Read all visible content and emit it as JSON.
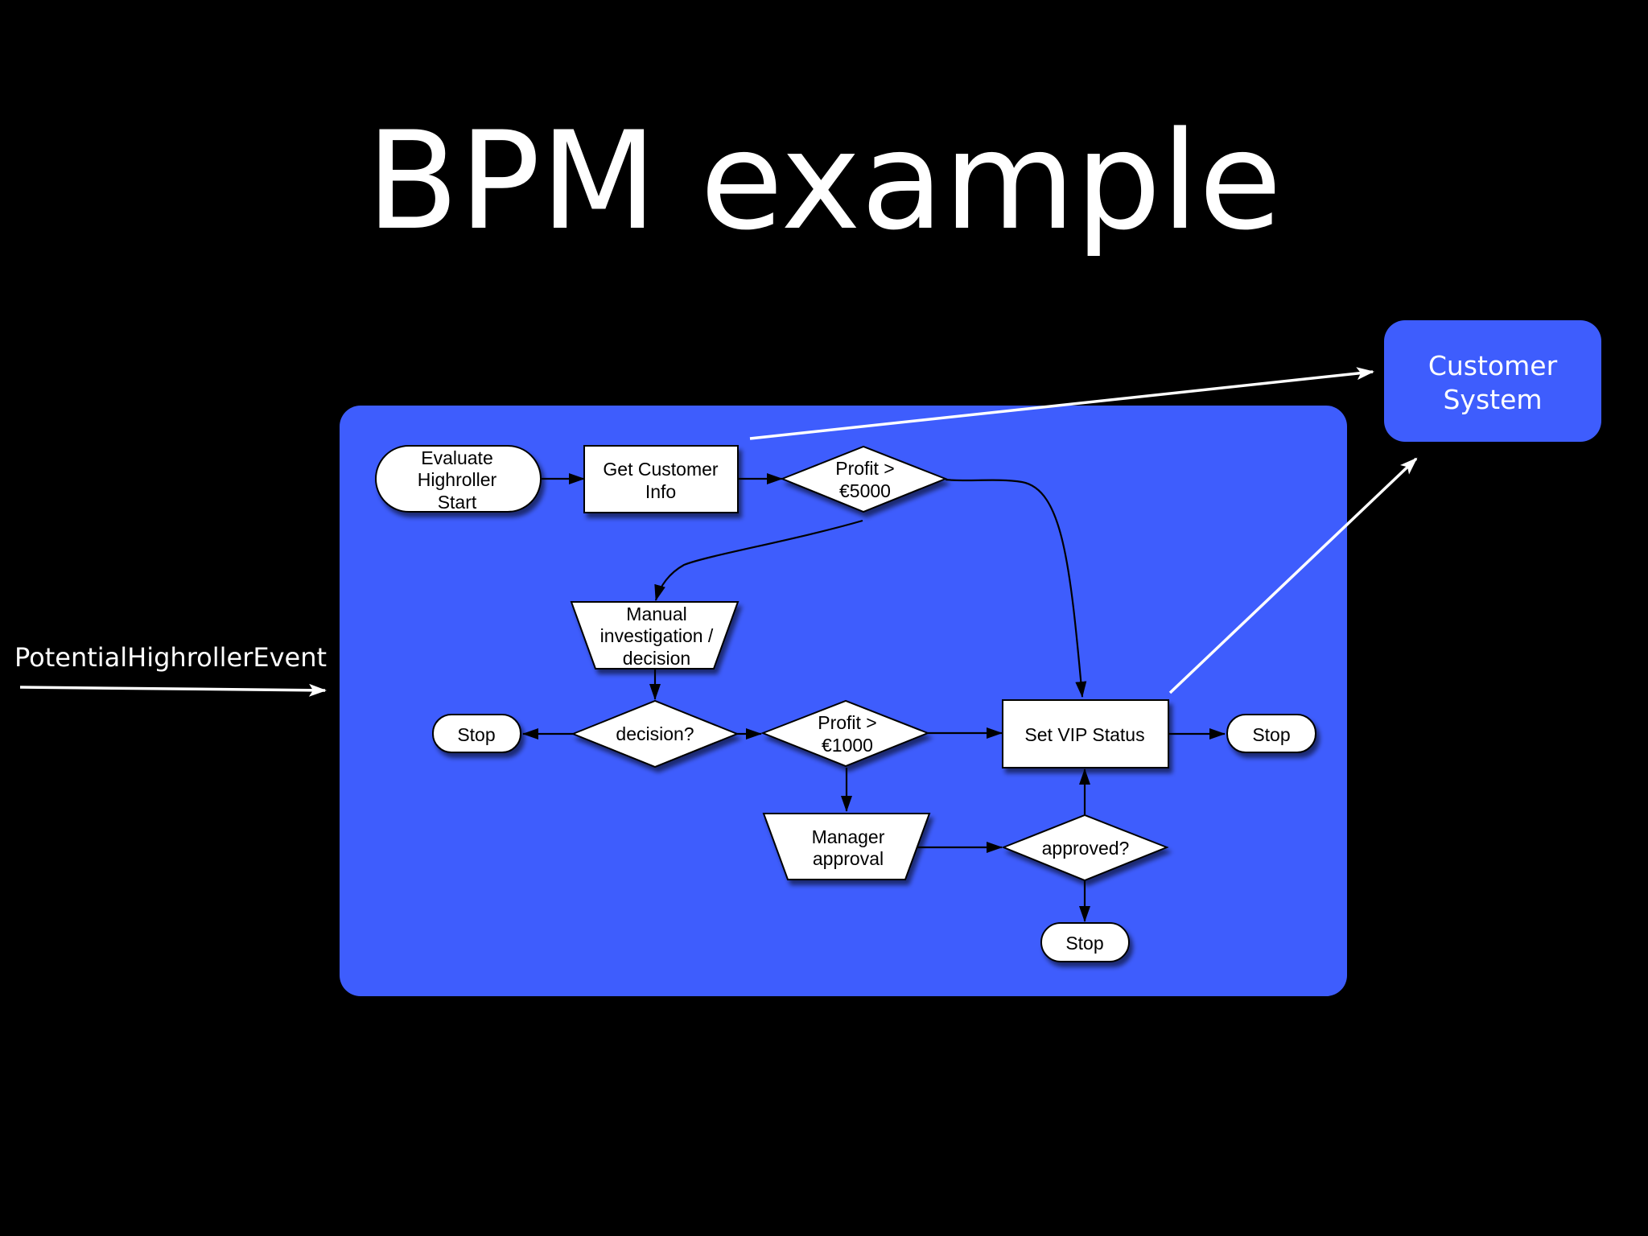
{
  "title": "BPM example",
  "event_label": "PotentialHighrollerEvent",
  "external_system": {
    "line1": "Customer",
    "line2": "System"
  },
  "colors": {
    "background": "#000000",
    "process_panel": "#3e5dfd",
    "external_system": "#3e5dfd",
    "node_fill": "#ffffff",
    "node_stroke": "#000000"
  },
  "nodes": {
    "start": {
      "shape": "terminator",
      "lines": [
        "Evaluate",
        "Highroller",
        "Start"
      ]
    },
    "get_customer_info": {
      "shape": "process",
      "lines": [
        "Get Customer",
        "Info"
      ]
    },
    "profit_5000": {
      "shape": "decision",
      "lines": [
        "Profit >",
        "€5000"
      ]
    },
    "manual_investigation": {
      "shape": "manual-operation",
      "lines": [
        "Manual",
        "investigation /",
        "decision"
      ]
    },
    "decision": {
      "shape": "decision",
      "lines": [
        "decision?"
      ]
    },
    "stop_left": {
      "shape": "terminator",
      "lines": [
        "Stop"
      ]
    },
    "profit_1000": {
      "shape": "decision",
      "lines": [
        "Profit >",
        "€1000"
      ]
    },
    "set_vip_status": {
      "shape": "process",
      "lines": [
        "Set VIP Status"
      ]
    },
    "stop_right": {
      "shape": "terminator",
      "lines": [
        "Stop"
      ]
    },
    "manager_approval": {
      "shape": "manual-operation",
      "lines": [
        "Manager",
        "approval"
      ]
    },
    "approved": {
      "shape": "decision",
      "lines": [
        "approved?"
      ]
    },
    "stop_bottom": {
      "shape": "terminator",
      "lines": [
        "Stop"
      ]
    }
  },
  "edges": [
    {
      "from": "start",
      "to": "get_customer_info"
    },
    {
      "from": "get_customer_info",
      "to": "profit_5000"
    },
    {
      "from": "profit_5000",
      "to": "manual_investigation"
    },
    {
      "from": "profit_5000",
      "to": "set_vip_status"
    },
    {
      "from": "manual_investigation",
      "to": "decision"
    },
    {
      "from": "decision",
      "to": "stop_left"
    },
    {
      "from": "decision",
      "to": "profit_1000"
    },
    {
      "from": "profit_1000",
      "to": "set_vip_status"
    },
    {
      "from": "profit_1000",
      "to": "manager_approval"
    },
    {
      "from": "manager_approval",
      "to": "approved"
    },
    {
      "from": "approved",
      "to": "set_vip_status"
    },
    {
      "from": "approved",
      "to": "stop_bottom"
    },
    {
      "from": "set_vip_status",
      "to": "stop_right"
    }
  ],
  "external_edges": [
    {
      "from": "event_label",
      "to": "process_panel"
    },
    {
      "from": "get_customer_info",
      "to": "external_system"
    },
    {
      "from": "set_vip_status",
      "to": "external_system"
    }
  ]
}
